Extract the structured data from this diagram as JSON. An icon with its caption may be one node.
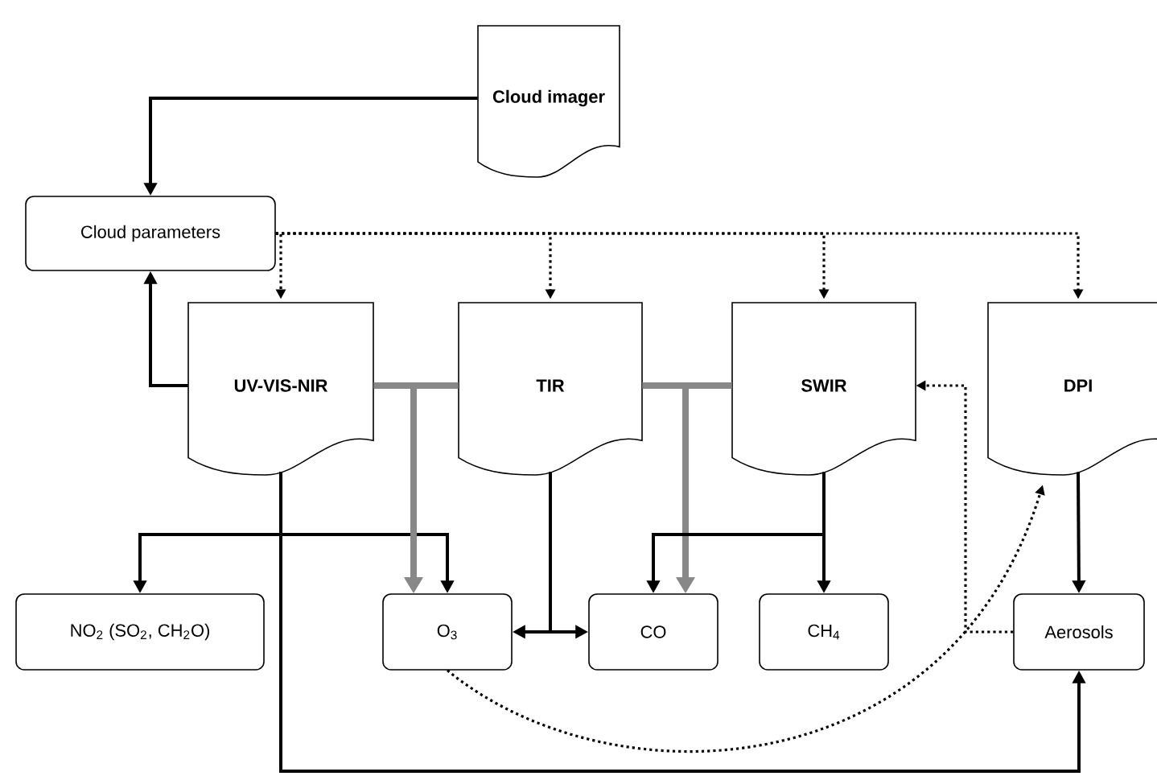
{
  "diagram": {
    "nodes": [
      {
        "text": [
          "Cloud imager"
        ]
      },
      {
        "text": [
          "Cloud parameters"
        ]
      },
      {
        "text": [
          "UV-VIS-NIR"
        ]
      },
      {
        "text": [
          "TIR"
        ]
      },
      {
        "text": [
          "SWIR"
        ]
      },
      {
        "text": [
          "DPI"
        ]
      },
      {
        "text": [
          "NO$_{2}$ (SO$_{2}$, CH$_{2}$O)"
        ]
      },
      {
        "text": [
          "O$_{3}$"
        ]
      },
      {
        "text": [
          "CO"
        ]
      },
      {
        "text": [
          "CH$_{4}$"
        ]
      },
      {
        "text": [
          "Aerosols"
        ]
      }
    ],
    "edges": [
      {
        "from": 0,
        "to": 1,
        "arrow": "to"
      },
      {
        "from": 2,
        "to": 1,
        "arrow": "to"
      },
      {
        "from": 1,
        "to": 2,
        "arrow": "to",
        "style": "dashed"
      },
      {
        "from": 1,
        "to": 3,
        "arrow": "to",
        "style": "dashed"
      },
      {
        "from": 1,
        "to": 4,
        "arrow": "to",
        "style": "dashed"
      },
      {
        "from": 1,
        "to": 5,
        "arrow": "to",
        "style": "dashed"
      },
      {
        "from": 2,
        "to": 6,
        "arrow": "to"
      },
      {
        "from": 2,
        "to": 7,
        "arrow": "to"
      },
      {
        "from": 2,
        "to": 7,
        "arrow": "to",
        "style": "thick",
        "color": "#888888"
      },
      {
        "from": 3,
        "to": 7,
        "arrow": "to",
        "style": "thick",
        "color": "#888888"
      },
      {
        "from": 3,
        "to": 7,
        "arrow": "to"
      },
      {
        "from": 3,
        "to": 8,
        "arrow": "to"
      },
      {
        "from": 3,
        "to": 8,
        "arrow": "to",
        "style": "thick",
        "color": "#888888"
      },
      {
        "from": 4,
        "to": 8,
        "arrow": "to",
        "style": "thick",
        "color": "#888888"
      },
      {
        "from": 4,
        "to": 8,
        "arrow": "to"
      },
      {
        "from": 4,
        "to": 9,
        "arrow": "to"
      },
      {
        "from": 5,
        "to": 10,
        "arrow": "to"
      },
      {
        "from": 10,
        "to": 4,
        "arrow": "to",
        "style": "dashed"
      },
      {
        "from": 7,
        "to": 5,
        "arrow": "to",
        "style": "dashed"
      },
      {
        "from": 2,
        "to": 10,
        "arrow": "to"
      }
    ]
  }
}
